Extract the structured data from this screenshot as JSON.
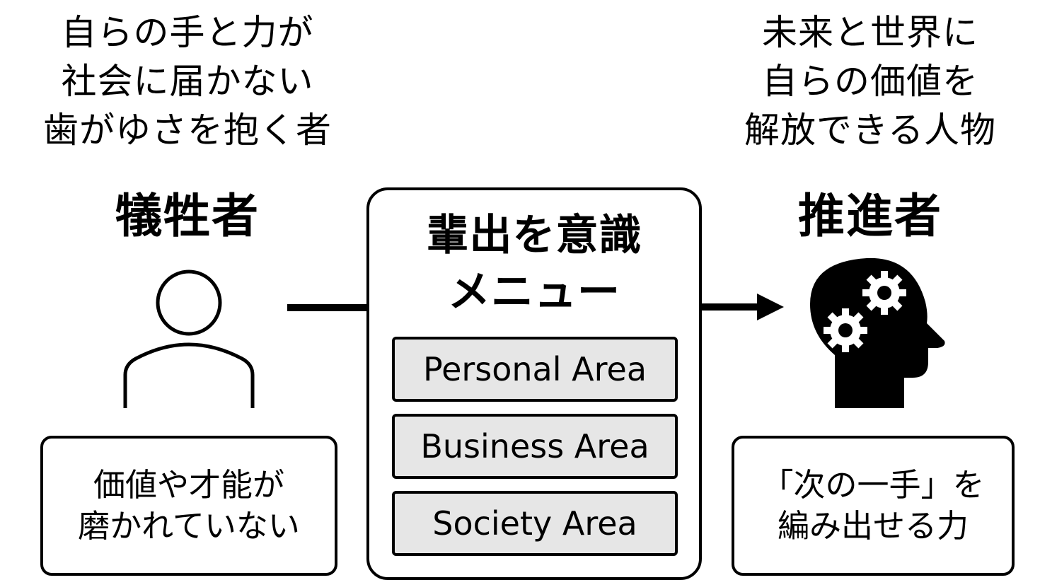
{
  "left": {
    "description_lines": [
      "自らの手と力が",
      "社会に届かない",
      "歯がゆさを抱く者"
    ],
    "heading": "犠牲者",
    "icon": "person-outline-icon",
    "box_lines": [
      "価値や才能が",
      "磨かれていない"
    ]
  },
  "center": {
    "title_lines": [
      "輩出を意識",
      "メニュー"
    ],
    "menu_items": [
      {
        "label": "Personal Area"
      },
      {
        "label": "Business Area"
      },
      {
        "label": "Society Area"
      }
    ],
    "menu_item_fill": "#e6e6e6"
  },
  "right": {
    "description_lines": [
      "未来と世界に",
      "自らの価値を",
      "解放できる人物"
    ],
    "heading": "推進者",
    "icon": "head-gears-icon",
    "box_lines": [
      "「次の一手」を",
      "編み出せる力"
    ]
  },
  "connectors": {
    "left_line": "line-connector",
    "right_arrow": "arrow-right-icon"
  }
}
